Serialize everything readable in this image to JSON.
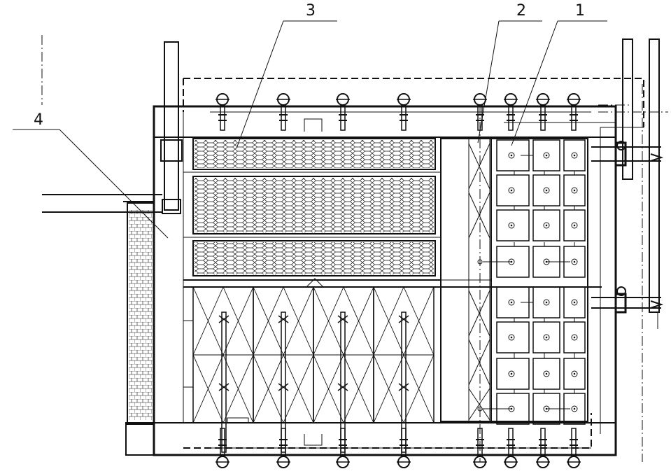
{
  "diagram": {
    "callouts": [
      {
        "id": "callout-1",
        "text": "1"
      },
      {
        "id": "callout-2",
        "text": "2"
      },
      {
        "id": "callout-3",
        "text": "3"
      },
      {
        "id": "callout-4",
        "text": "4"
      }
    ]
  },
  "colors": {
    "line": "#111111",
    "background": "#ffffff"
  }
}
